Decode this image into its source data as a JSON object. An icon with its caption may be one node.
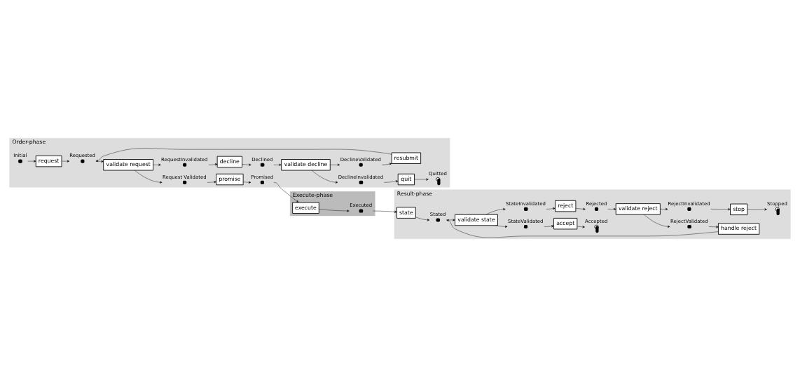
{
  "diagram": {
    "nodes": [
      {
        "text": [
          "Order-phase"
        ]
      },
      {
        "text": [],
        "shape": "circle",
        "beside": [
          "Initial"
        ],
        "in": 0
      },
      {
        "text": [
          "request"
        ],
        "in": 0
      },
      {
        "text": [],
        "shape": "circle",
        "beside": [
          "Requested"
        ],
        "in": 0
      },
      {
        "text": [
          "validate request"
        ],
        "in": 0
      },
      {
        "text": [],
        "shape": "circle",
        "beside": [
          "Request Validated"
        ],
        "in": 0
      },
      {
        "text": [
          "promise"
        ],
        "in": 0
      },
      {
        "text": [],
        "shape": "circle",
        "beside": [
          "Promised"
        ],
        "in": 0
      },
      {
        "text": [
          "resubmit"
        ],
        "in": 0
      },
      {
        "text": [],
        "shape": "circle",
        "beside": [
          "DeclineValidated"
        ],
        "in": 0
      },
      {
        "text": [
          "validate decline"
        ],
        "in": 0
      },
      {
        "text": [],
        "shape": "circle",
        "beside": [
          "Declined"
        ],
        "in": 0
      },
      {
        "text": [
          "decline"
        ],
        "in": 0
      },
      {
        "text": [],
        "shape": "circle",
        "beside": [
          "RequestInvalidated"
        ],
        "in": 0
      },
      {
        "text": [],
        "shape": "bullseye",
        "beside": [
          "Quitted"
        ],
        "in": 0
      },
      {
        "text": [
          "quit"
        ],
        "in": 0
      },
      {
        "text": [],
        "shape": "circle",
        "beside": [
          "DeclineInvalidated"
        ],
        "in": 0
      },
      {
        "text": [
          "Execute-phase"
        ]
      },
      {
        "text": [
          "execute"
        ],
        "in": 17
      },
      {
        "text": [],
        "shape": "circle",
        "beside": [
          "Executed"
        ],
        "in": 17
      },
      {
        "text": [
          "Result-phase"
        ]
      },
      {
        "text": [],
        "shape": "bullseye",
        "beside": [
          "Accepted"
        ],
        "in": 20
      },
      {
        "text": [
          "accept"
        ],
        "in": 20
      },
      {
        "text": [],
        "shape": "circle",
        "beside": [
          "StateValidated"
        ],
        "in": 20
      },
      {
        "text": [
          "validate state"
        ],
        "in": 20
      },
      {
        "text": [],
        "shape": "circle",
        "beside": [
          "Stated"
        ],
        "in": 20
      },
      {
        "text": [
          "state"
        ],
        "in": 20
      },
      {
        "text": [],
        "shape": "bullseye",
        "beside": [
          "Stopped"
        ],
        "in": 20
      },
      {
        "text": [
          "stop"
        ],
        "in": 20
      },
      {
        "text": [],
        "shape": "circle",
        "beside": [
          "RejectInvalidated"
        ],
        "in": 20
      },
      {
        "text": [
          "validate reject"
        ],
        "in": 20
      },
      {
        "text": [],
        "shape": "circle",
        "beside": [
          "Rejected"
        ],
        "in": 20
      },
      {
        "text": [
          "reject"
        ],
        "in": 20
      },
      {
        "text": [],
        "shape": "circle",
        "beside": [
          "StateInvalidated"
        ],
        "in": 20
      },
      {
        "text": [],
        "shape": "circle",
        "beside": [
          "RejectValidated"
        ],
        "in": 20
      },
      {
        "text": [
          "handle reject"
        ],
        "in": 20
      }
    ],
    "edges": [
      {
        "from": 1,
        "to": 2,
        "arrow": "to"
      },
      {
        "from": 2,
        "to": 3,
        "arrow": "to"
      },
      {
        "from": 3,
        "to": 4,
        "arrow": "to"
      },
      {
        "from": 4,
        "to": 5,
        "arrow": "to"
      },
      {
        "from": 5,
        "to": 6,
        "arrow": "to"
      },
      {
        "from": 6,
        "to": 7,
        "arrow": "to"
      },
      {
        "from": 7,
        "to": 18,
        "arrow": "to"
      },
      {
        "from": 18,
        "to": 19,
        "arrow": "to"
      },
      {
        "from": 19,
        "to": 26,
        "arrow": "to"
      },
      {
        "from": 4,
        "to": 13,
        "arrow": "to"
      },
      {
        "from": 13,
        "to": 12,
        "arrow": "to"
      },
      {
        "from": 12,
        "to": 11,
        "arrow": "to"
      },
      {
        "from": 11,
        "to": 10,
        "arrow": "to"
      },
      {
        "from": 10,
        "to": 9,
        "arrow": "to"
      },
      {
        "from": 9,
        "to": 8,
        "arrow": "to"
      },
      {
        "from": 8,
        "to": 3,
        "arrow": "to"
      },
      {
        "from": 10,
        "to": 16,
        "arrow": "to"
      },
      {
        "from": 16,
        "to": 15,
        "arrow": "to"
      },
      {
        "from": 15,
        "to": 14,
        "arrow": "to"
      },
      {
        "from": 26,
        "to": 25,
        "arrow": "to"
      },
      {
        "from": 25,
        "to": 24,
        "arrow": "to"
      },
      {
        "from": 24,
        "to": 23,
        "arrow": "to"
      },
      {
        "from": 23,
        "to": 22,
        "arrow": "to"
      },
      {
        "from": 22,
        "to": 21,
        "arrow": "to"
      },
      {
        "from": 24,
        "to": 33,
        "arrow": "to"
      },
      {
        "from": 33,
        "to": 32,
        "arrow": "to"
      },
      {
        "from": 32,
        "to": 31,
        "arrow": "to"
      },
      {
        "from": 31,
        "to": 30,
        "arrow": "to"
      },
      {
        "from": 30,
        "to": 29,
        "arrow": "to"
      },
      {
        "from": 29,
        "to": 28,
        "arrow": "to"
      },
      {
        "from": 28,
        "to": 27,
        "arrow": "to"
      },
      {
        "from": 30,
        "to": 34,
        "arrow": "to"
      },
      {
        "from": 34,
        "to": 35,
        "arrow": "to"
      },
      {
        "from": 35,
        "to": 25,
        "arrow": "to"
      }
    ]
  }
}
